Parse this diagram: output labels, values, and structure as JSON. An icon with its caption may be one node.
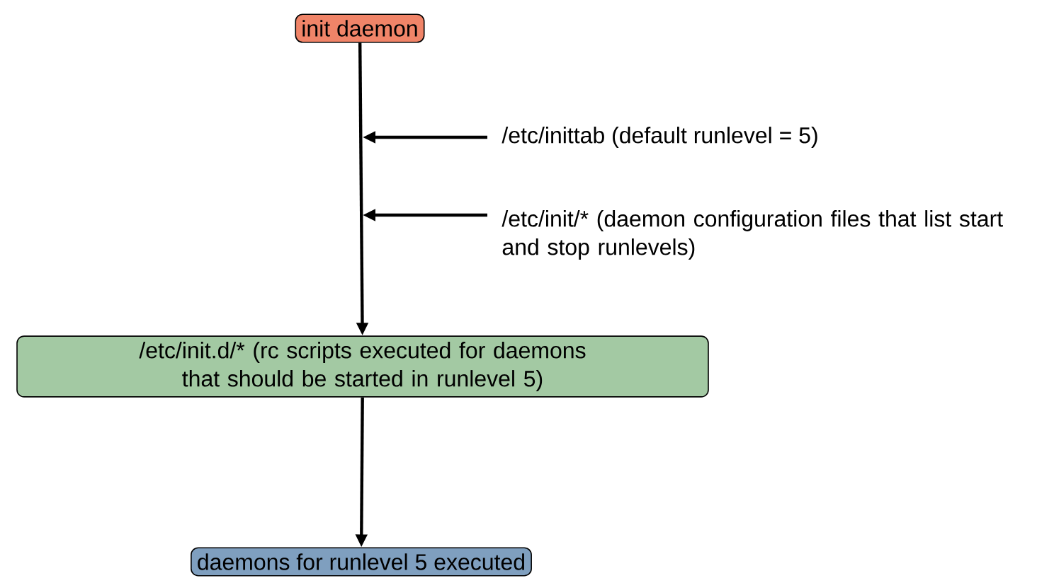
{
  "diagram": {
    "nodes": [
      {
        "text": [
          "init daemon"
        ]
      },
      {
        "text": [
          "/etc/inittab (default runlevel = 5)"
        ]
      },
      {
        "text": [
          "/etc/init/* (daemon configuration files that list start and stop runlevels)"
        ]
      },
      {
        "text": [
          "/etc/init.d/* (rc scripts executed for daemons that should be started in runlevel 5)"
        ]
      },
      {
        "text": [
          "daemons for runlevel 5 executed"
        ]
      }
    ],
    "edges": [
      {
        "from": 0,
        "to": 3,
        "arrow": "to"
      },
      {
        "from": 3,
        "to": 4,
        "arrow": "to"
      },
      {
        "from": 1,
        "to": null,
        "arrow": "to"
      },
      {
        "from": 2,
        "to": null,
        "arrow": "to"
      }
    ]
  }
}
